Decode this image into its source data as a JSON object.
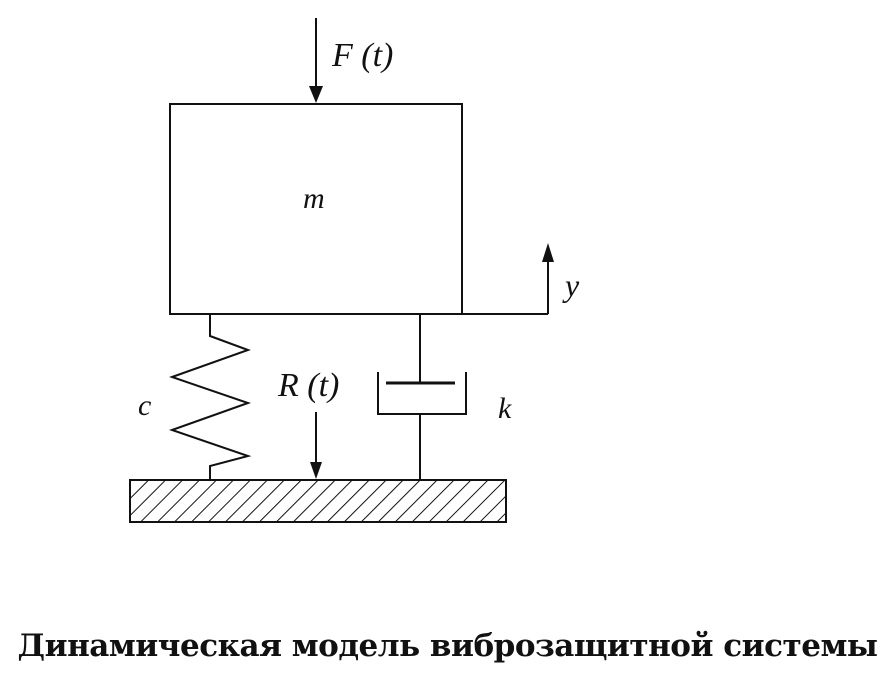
{
  "labels": {
    "force": "F (t)",
    "mass": "m",
    "displacement": "y",
    "stiffness": "c",
    "reaction": "R (t)",
    "damping": "k"
  },
  "caption": "Динамическая модель виброзащитной системы",
  "colors": {
    "ink": "#111111",
    "background": "#ffffff"
  }
}
